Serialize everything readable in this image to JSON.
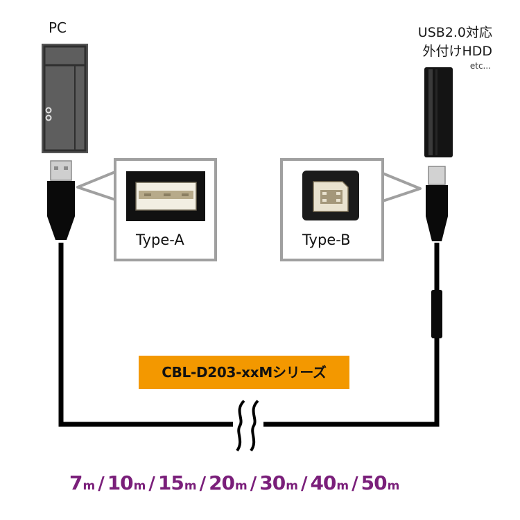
{
  "pc": {
    "label": "PC"
  },
  "device": {
    "line1": "USB2.0対応",
    "line2": "外付けHDD",
    "etc": "etc..."
  },
  "connectors": {
    "type_a": "Type-A",
    "type_b": "Type-B"
  },
  "series_label": "CBL-D203-xxMシリーズ",
  "lengths": {
    "unit": "m",
    "separator": "/",
    "values": [
      "7",
      "10",
      "15",
      "20",
      "30",
      "40",
      "50"
    ]
  },
  "colors": {
    "series_bg": "#f39800",
    "length_text": "#7a1f7a",
    "cable": "#000000",
    "bubble_border": "#a0a0a0"
  }
}
